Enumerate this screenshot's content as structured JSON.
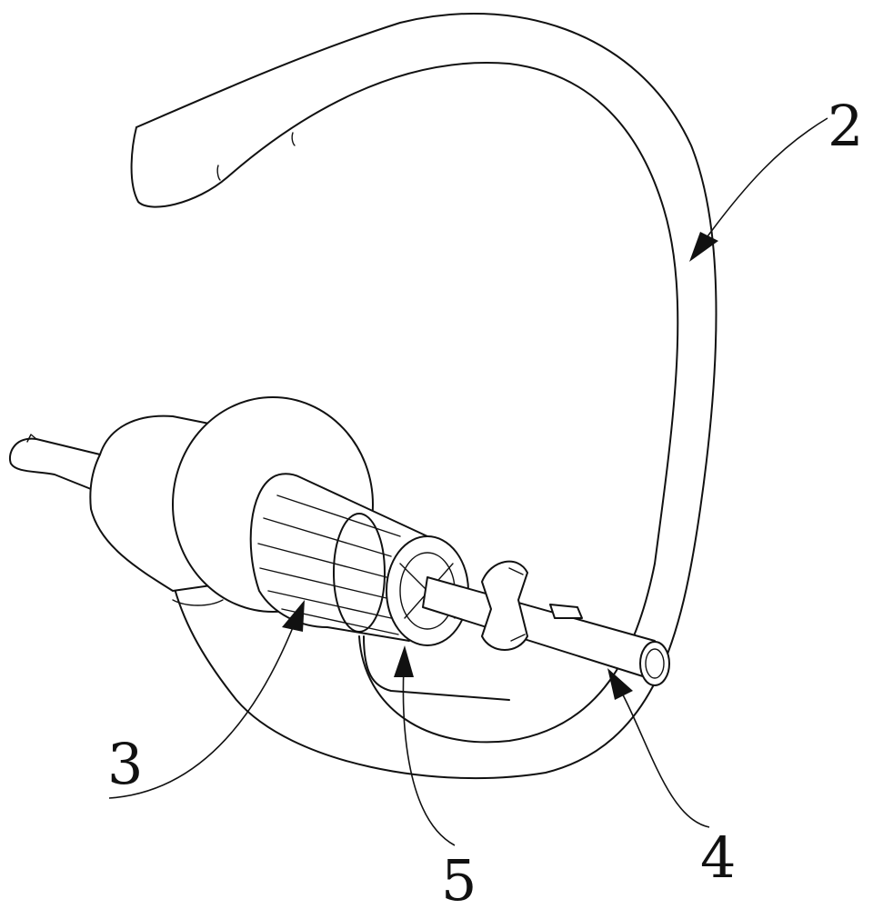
{
  "figure": {
    "callouts": [
      {
        "id": "part-2",
        "label": "2"
      },
      {
        "id": "part-3",
        "label": "3"
      },
      {
        "id": "part-4",
        "label": "4"
      },
      {
        "id": "part-5",
        "label": "5"
      }
    ]
  },
  "colors": {
    "line": "#111111",
    "background": "#ffffff"
  }
}
